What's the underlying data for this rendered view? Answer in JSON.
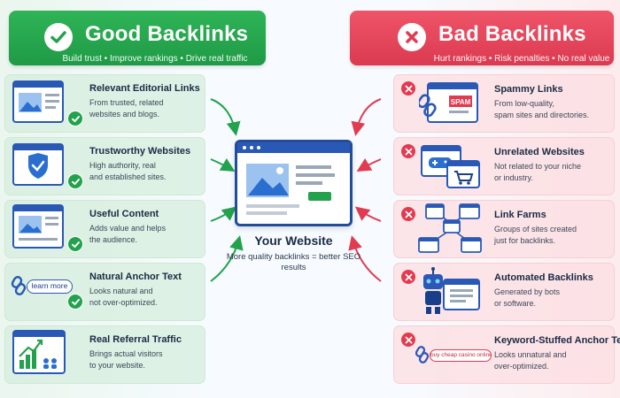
{
  "good": {
    "title": "Good Backlinks",
    "subtitle": "Build trust  •  Improve rankings  •  Drive real traffic",
    "color": "#22a24c",
    "items": [
      {
        "title": "Relevant Editorial Links",
        "desc": [
          "From trusted, related",
          "websites and blogs."
        ],
        "icon": "article-image-icon"
      },
      {
        "title": "Trustworthy Websites",
        "desc": [
          "High authority, real",
          "and established sites."
        ],
        "icon": "shield-check-icon"
      },
      {
        "title": "Useful Content",
        "desc": [
          "Adds value and helps",
          "the audience."
        ],
        "icon": "content-page-icon"
      },
      {
        "title": "Natural Anchor Text",
        "desc": [
          "Looks natural and",
          "not over-optimized."
        ],
        "icon": "link-icon",
        "chip": "learn more"
      },
      {
        "title": "Real Referral Traffic",
        "desc": [
          "Brings actual visitors",
          "to your website."
        ],
        "icon": "growth-chart-icon"
      }
    ]
  },
  "bad": {
    "title": "Bad Backlinks",
    "subtitle": "Hurt rankings  •  Risk penalties  •  No real value",
    "color": "#e23b50",
    "items": [
      {
        "title": "Spammy Links",
        "desc": [
          "From low-quality,",
          "spam sites and directories."
        ],
        "icon": "spam-link-icon",
        "chip": "SPAM"
      },
      {
        "title": "Unrelated Websites",
        "desc": [
          "Not related to your niche",
          "or industry."
        ],
        "icon": "gamepad-cart-icon"
      },
      {
        "title": "Link Farms",
        "desc": [
          "Groups of sites created",
          "just for backlinks."
        ],
        "icon": "network-sites-icon"
      },
      {
        "title": "Automated Backlinks",
        "desc": [
          "Generated by bots",
          "or software."
        ],
        "icon": "robot-icon"
      },
      {
        "title": "Keyword-Stuffed Anchor Text",
        "desc": [
          "Looks unnatural and",
          "over-optimized."
        ],
        "icon": "link-icon",
        "chip": "buy cheap casino online"
      }
    ]
  },
  "center": {
    "title": "Your Website",
    "subtitle": "More quality backlinks = better SEO results",
    "icon": "website-browser-icon"
  }
}
